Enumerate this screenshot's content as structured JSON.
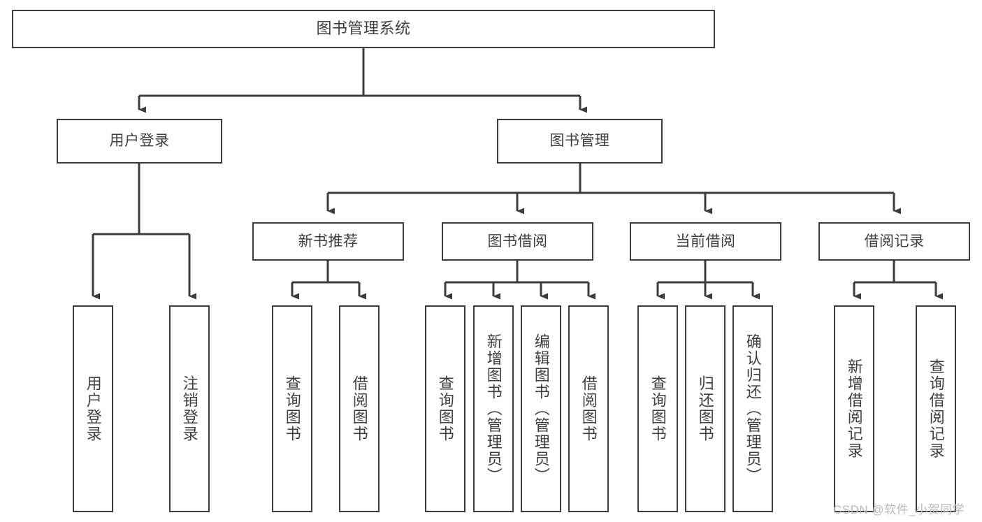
{
  "diagram": {
    "title": "图书管理系统",
    "type": "tree",
    "orientation": "top-down",
    "colors": {
      "box_border": "#3c3c3c",
      "box_fill": "#ffffff",
      "connector": "#3c3c3c",
      "text": "#3f3f3f",
      "background": "#ffffff",
      "watermark": "#b9b9b9"
    },
    "watermark": "CSDN @软件_小贺同学"
  },
  "nodes": {
    "root": {
      "label": "图书管理系统",
      "level": 1,
      "orientation": "horizontal"
    },
    "level2": [
      {
        "id": "user-login",
        "label": "用户登录",
        "orientation": "horizontal"
      },
      {
        "id": "book-management",
        "label": "图书管理",
        "orientation": "horizontal"
      }
    ],
    "level3": [
      {
        "id": "new-book-recommend",
        "label": "新书推荐",
        "orientation": "horizontal"
      },
      {
        "id": "book-borrow",
        "label": "图书借阅",
        "orientation": "horizontal"
      },
      {
        "id": "current-borrow",
        "label": "当前借阅",
        "orientation": "horizontal"
      },
      {
        "id": "borrow-record",
        "label": "借阅记录",
        "orientation": "horizontal"
      }
    ],
    "leaves": [
      {
        "id": "leaf-user-login",
        "label": "用户登录",
        "parent": "user-login",
        "orientation": "vertical"
      },
      {
        "id": "leaf-user-logout",
        "label": "注销登录",
        "parent": "user-login",
        "orientation": "vertical"
      },
      {
        "id": "leaf-query-book-1",
        "label": "查询图书",
        "parent": "new-book-recommend",
        "orientation": "vertical"
      },
      {
        "id": "leaf-borrow-book-1",
        "label": "借阅图书",
        "parent": "new-book-recommend",
        "orientation": "vertical"
      },
      {
        "id": "leaf-query-book-2",
        "label": "查询图书",
        "parent": "book-borrow",
        "orientation": "vertical"
      },
      {
        "id": "leaf-add-book",
        "label": "新增图书（管理员）",
        "parent": "book-borrow",
        "orientation": "vertical"
      },
      {
        "id": "leaf-edit-book",
        "label": "编辑图书（管理员）",
        "parent": "book-borrow",
        "orientation": "vertical"
      },
      {
        "id": "leaf-borrow-book-2",
        "label": "借阅图书",
        "parent": "book-borrow",
        "orientation": "vertical"
      },
      {
        "id": "leaf-query-book-3",
        "label": "查询图书",
        "parent": "current-borrow",
        "orientation": "vertical"
      },
      {
        "id": "leaf-return-book",
        "label": "归还图书",
        "parent": "current-borrow",
        "orientation": "vertical"
      },
      {
        "id": "leaf-confirm-return",
        "label": "确认归还（管理员）",
        "parent": "current-borrow",
        "orientation": "vertical"
      },
      {
        "id": "leaf-add-record",
        "label": "新增借阅记录",
        "parent": "borrow-record",
        "orientation": "vertical"
      },
      {
        "id": "leaf-query-record",
        "label": "查询借阅记录",
        "parent": "borrow-record",
        "orientation": "vertical"
      }
    ]
  }
}
